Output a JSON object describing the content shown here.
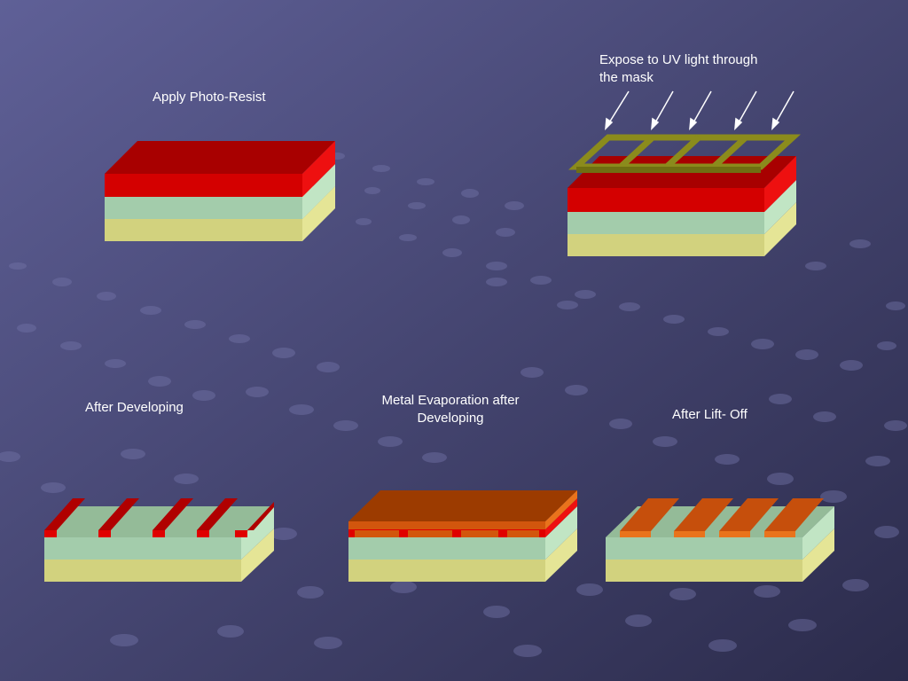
{
  "labels": {
    "apply_photoresist": "Apply Photo-Resist",
    "expose_line1": "Expose to UV light through",
    "expose_line2": "the mask",
    "after_developing": "After Developing",
    "metal_line1": "Metal Evaporation after",
    "metal_line2": "Developing",
    "after_liftoff": "After Lift- Off"
  },
  "colors": {
    "background_top": "#5e5f96",
    "background_bottom": "#2c2c4e",
    "substrate": "#d2d27e",
    "oxide_layer": "#a3ccab",
    "photoresist": "#d40000",
    "mask": "#8b8b1c",
    "metal": "#d2560d",
    "arrow": "#ffffff",
    "label_text": "#ffffff"
  }
}
